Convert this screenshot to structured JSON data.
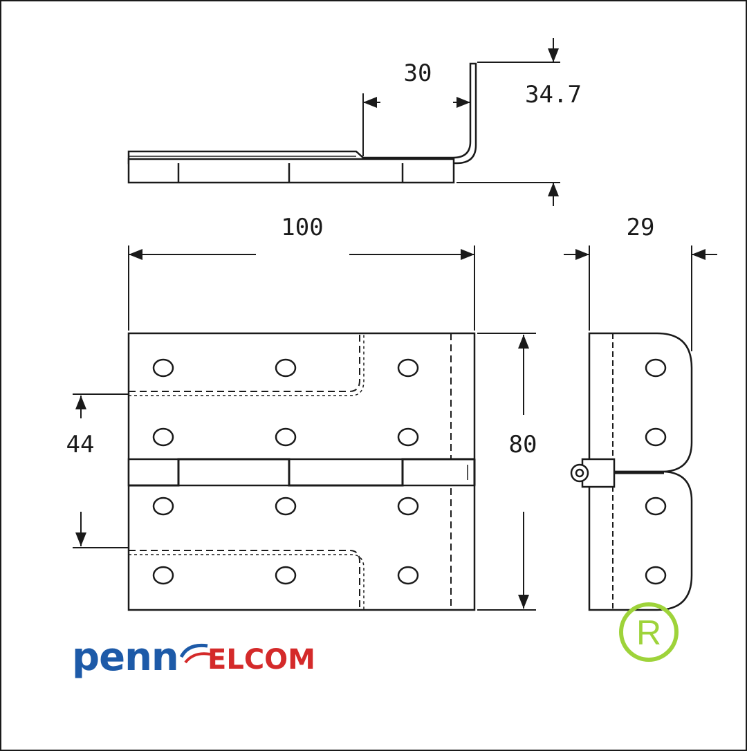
{
  "dimensions": {
    "bend_length": "30",
    "height": "34.7",
    "width": "100",
    "leaf_width": "80",
    "hole_spacing": "44",
    "depth": "29"
  },
  "logo": {
    "brand_left": "penn",
    "brand_right": "ELCOM",
    "brand_left_color": "#1d5aa8",
    "brand_right_color": "#d42a2a"
  },
  "registered_mark": {
    "symbol": "R",
    "color": "#9ed33a"
  }
}
